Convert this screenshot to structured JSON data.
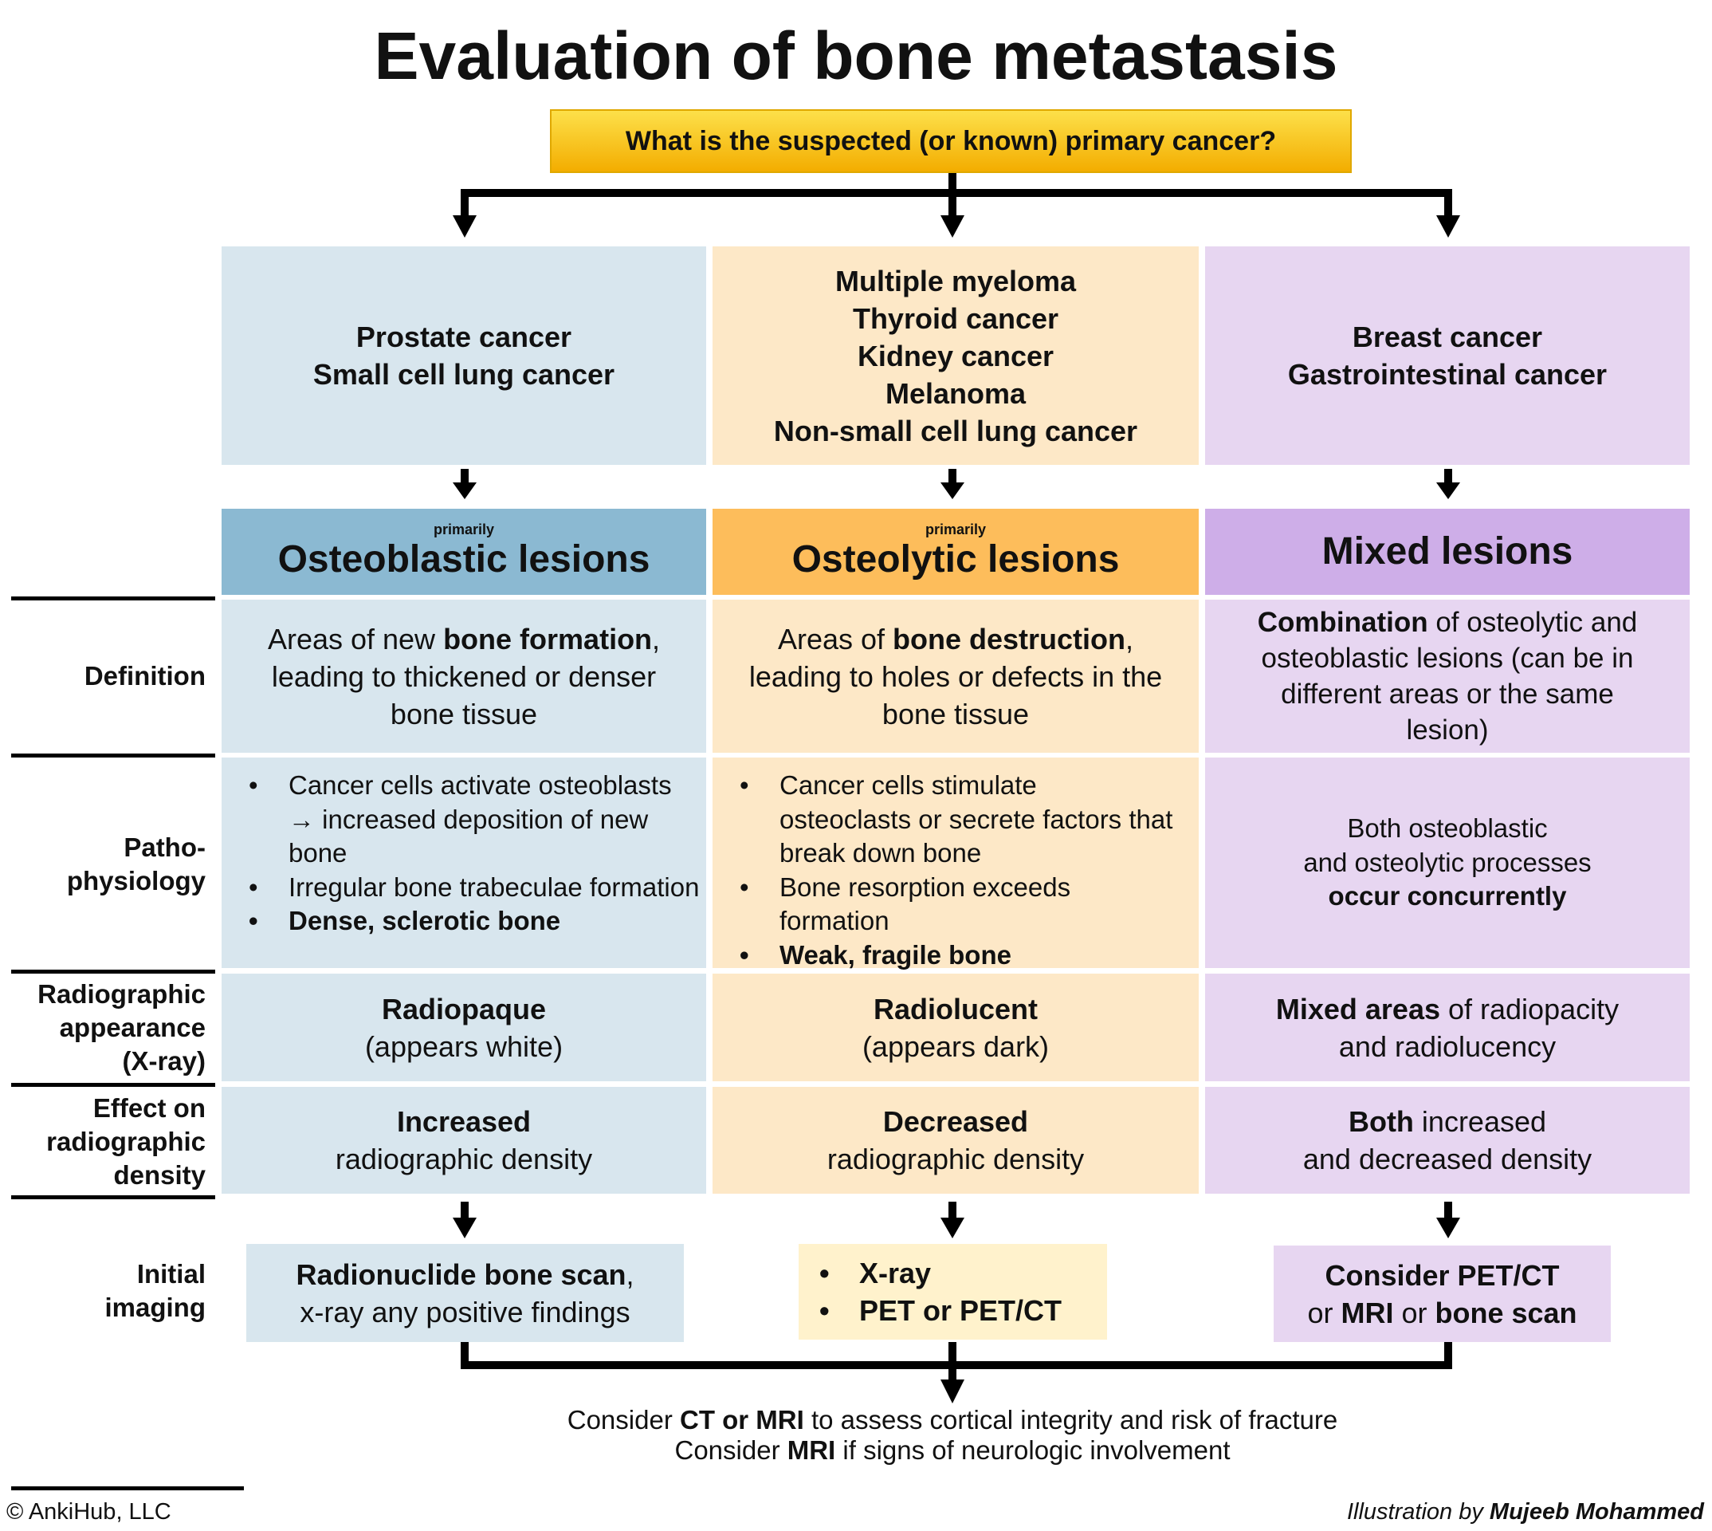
{
  "title": "Evaluation of bone metastasis",
  "question": "What is the suspected (or known) primary cancer?",
  "columns": [
    {
      "cancers": [
        "Prostate cancer",
        "Small cell lung cancer"
      ],
      "primarily": "primarily",
      "lesion_title": "Osteoblastic lesions",
      "definition": {
        "pre": "Areas of new ",
        "bold": "bone formation",
        "post": ", leading to thickened or denser bone tissue"
      },
      "patho": [
        {
          "text": "Cancer cells activate osteoblasts → increased deposition of new bone",
          "bold": false
        },
        {
          "text": "Irregular bone trabeculae formation",
          "bold": false
        },
        {
          "text": "Dense, sclerotic bone",
          "bold": true
        }
      ],
      "radiographic": {
        "bold": "Radiopaque",
        "sub": "(appears white)"
      },
      "effect": {
        "bold": "Increased",
        "sub": "radiographic density"
      },
      "imaging": {
        "bold": "Radionuclide bone scan",
        "rest": ",",
        "line2": "x-ray any positive findings"
      }
    },
    {
      "cancers": [
        "Multiple myeloma",
        "Thyroid cancer",
        "Kidney cancer",
        "Melanoma",
        "Non-small cell lung cancer"
      ],
      "primarily": "primarily",
      "lesion_title": "Osteolytic lesions",
      "definition": {
        "pre": "Areas of ",
        "bold": "bone destruction",
        "post": ", leading to holes or defects in the bone tissue"
      },
      "patho": [
        {
          "text": "Cancer cells stimulate osteoclasts or secrete factors that break down bone",
          "bold": false
        },
        {
          "text": "Bone resorption exceeds formation",
          "bold": false
        },
        {
          "text": "Weak, fragile bone",
          "bold": true
        }
      ],
      "radiographic": {
        "bold": "Radiolucent",
        "sub": "(appears dark)"
      },
      "effect": {
        "bold": "Decreased",
        "sub": "radiographic density"
      },
      "imaging": {
        "items": [
          "X-ray",
          "PET or PET/CT"
        ]
      }
    },
    {
      "cancers": [
        "Breast cancer",
        "Gastrointestinal cancer"
      ],
      "lesion_title": "Mixed lesions",
      "definition": {
        "bold": "Combination",
        "post": " of osteolytic and osteoblastic lesions (can be in different areas or the same lesion)"
      },
      "patho": {
        "line1": "Both osteoblastic",
        "line2": "and osteolytic processes",
        "bold": "occur concurrently"
      },
      "radiographic": {
        "bold": "Mixed areas",
        "rest": " of radiopacity",
        "line2": "and radiolucency"
      },
      "effect": {
        "bold": "Both",
        "rest": " increased",
        "line2": "and decreased density"
      },
      "imaging": {
        "bold1": "Consider PET/CT",
        "pre2": "or ",
        "bold2": "MRI",
        "mid2": " or ",
        "bold3": "bone scan"
      }
    }
  ],
  "row_labels": {
    "definition": "Definition",
    "patho_1": "Patho-",
    "patho_2": "physiology",
    "radio_1": "Radiographic",
    "radio_2": "appearance",
    "radio_3": "(X-ray)",
    "effect_1": "Effect on",
    "effect_2": "radiographic",
    "effect_3": "density",
    "imaging_1": "Initial",
    "imaging_2": "imaging"
  },
  "final": {
    "l1_pre": "Consider ",
    "l1_bold": "CT or MRI",
    "l1_post": " to assess cortical integrity and risk of fracture",
    "l2_pre": "Consider ",
    "l2_bold": "MRI",
    "l2_post": " if signs of neurologic involvement"
  },
  "footer": {
    "copyright": "© AnkiHub, LLC",
    "credit_pre": "Illustration by ",
    "credit_name": "Mujeeb Mohammed"
  },
  "colors": {
    "light_blue": "#d8e6ee",
    "light_orange": "#fde8c7",
    "light_purple": "#e7d6f1",
    "dark_blue": "#8bb9d2",
    "dark_orange": "#fdbd5b",
    "dark_purple": "#ceaee8",
    "question_yellow": "#f9c51d"
  }
}
